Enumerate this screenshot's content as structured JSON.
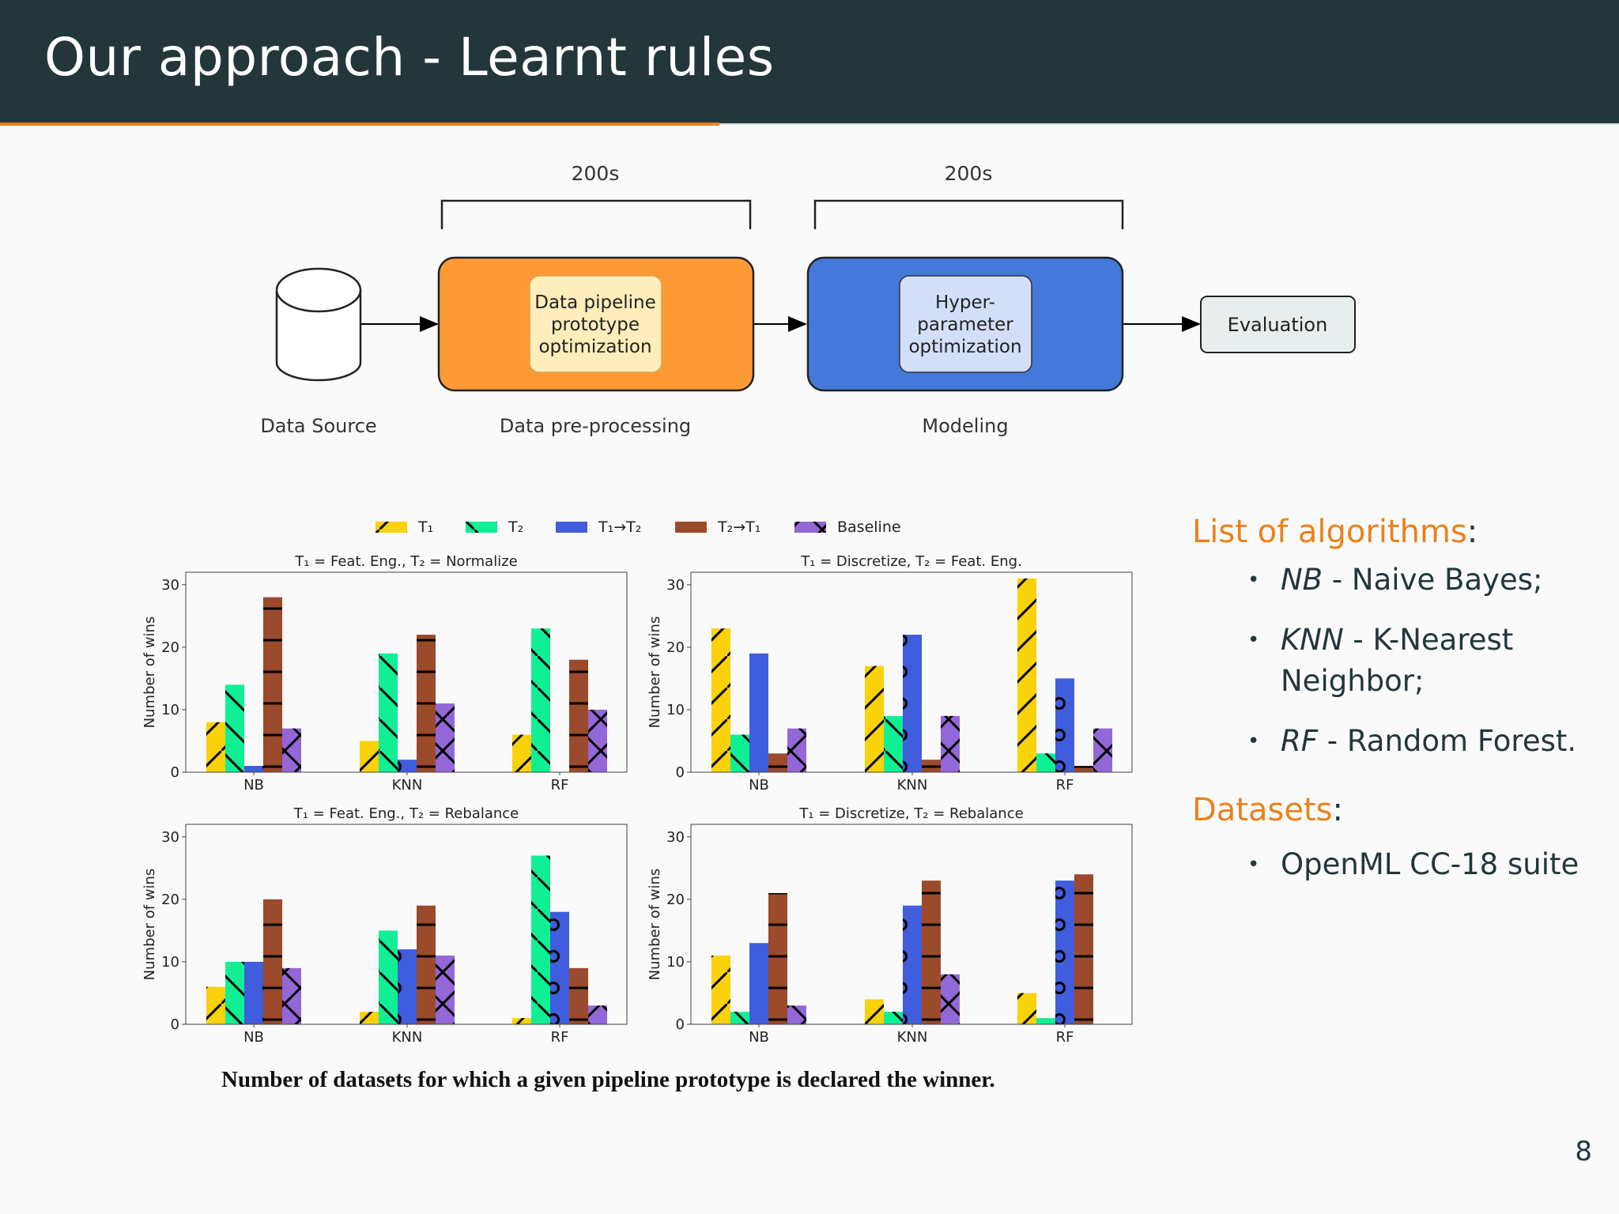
{
  "slide": {
    "title": "Our approach - Learnt rules",
    "page_number": "8",
    "colors": {
      "header_bg": "#23373b",
      "accent": "#eb811b",
      "text": "#23373b"
    }
  },
  "diagram": {
    "bracket_labels": [
      "200s",
      "200s"
    ],
    "data_source_label": "Data Source",
    "preprocessing_inner": [
      "Data pipeline",
      "prototype",
      "optimization"
    ],
    "preprocessing_label": "Data pre-processing",
    "modeling_inner": [
      "Hyper-",
      "parameter",
      "optimization"
    ],
    "modeling_label": "Modeling",
    "evaluation_label": "Evaluation",
    "colors": {
      "preprocessing": "#fe9a36",
      "modeling": "#4479d9",
      "inner_pre": "#ffeebb",
      "inner_model": "#d3dff8",
      "evaluation": "#e8eeee"
    }
  },
  "chart_legend": [
    {
      "label": "T₁",
      "color": "#fad20a",
      "hatch": "/"
    },
    {
      "label": "T₂",
      "color": "#10ef94",
      "hatch": "\\"
    },
    {
      "label": "T₁→T₂",
      "color": "#3f5ddc",
      "hatch": "o"
    },
    {
      "label": "T₂→T₁",
      "color": "#9b4a2c",
      "hatch": "-"
    },
    {
      "label": "Baseline",
      "color": "#9467d8",
      "hatch": "x"
    }
  ],
  "chart_data": [
    {
      "type": "bar",
      "title": "T₁ = Feat. Eng., T₂ = Normalize",
      "categories": [
        "NB",
        "KNN",
        "RF"
      ],
      "ylabel": "Number of wins",
      "ylim": [
        0,
        32
      ],
      "yticks": [
        0,
        10,
        20,
        30
      ],
      "series": [
        {
          "name": "T₁",
          "values": [
            8,
            5,
            6
          ]
        },
        {
          "name": "T₂",
          "values": [
            14,
            19,
            23
          ]
        },
        {
          "name": "T₁→T₂",
          "values": [
            1,
            2,
            0
          ]
        },
        {
          "name": "T₂→T₁",
          "values": [
            28,
            22,
            18
          ]
        },
        {
          "name": "Baseline",
          "values": [
            7,
            11,
            10
          ]
        }
      ]
    },
    {
      "type": "bar",
      "title": "T₁ = Discretize, T₂ = Feat. Eng.",
      "categories": [
        "NB",
        "KNN",
        "RF"
      ],
      "ylabel": "Number of wins",
      "ylim": [
        0,
        32
      ],
      "yticks": [
        0,
        10,
        20,
        30
      ],
      "series": [
        {
          "name": "T₁",
          "values": [
            23,
            17,
            31
          ]
        },
        {
          "name": "T₂",
          "values": [
            6,
            9,
            3
          ]
        },
        {
          "name": "T₁→T₂",
          "values": [
            19,
            22,
            15
          ]
        },
        {
          "name": "T₂→T₁",
          "values": [
            3,
            2,
            1
          ]
        },
        {
          "name": "Baseline",
          "values": [
            7,
            9,
            7
          ]
        }
      ]
    },
    {
      "type": "bar",
      "title": "T₁ = Feat. Eng., T₂ = Rebalance",
      "categories": [
        "NB",
        "KNN",
        "RF"
      ],
      "ylabel": "Number of wins",
      "ylim": [
        0,
        32
      ],
      "yticks": [
        0,
        10,
        20,
        30
      ],
      "series": [
        {
          "name": "T₁",
          "values": [
            6,
            2,
            1
          ]
        },
        {
          "name": "T₂",
          "values": [
            10,
            15,
            27
          ]
        },
        {
          "name": "T₁→T₂",
          "values": [
            10,
            12,
            18
          ]
        },
        {
          "name": "T₂→T₁",
          "values": [
            20,
            19,
            9
          ]
        },
        {
          "name": "Baseline",
          "values": [
            9,
            11,
            3
          ]
        }
      ]
    },
    {
      "type": "bar",
      "title": "T₁ = Discretize, T₂ = Rebalance",
      "categories": [
        "NB",
        "KNN",
        "RF"
      ],
      "ylabel": "Number of wins",
      "ylim": [
        0,
        32
      ],
      "yticks": [
        0,
        10,
        20,
        30
      ],
      "series": [
        {
          "name": "T₁",
          "values": [
            11,
            4,
            5
          ]
        },
        {
          "name": "T₂",
          "values": [
            2,
            2,
            1
          ]
        },
        {
          "name": "T₁→T₂",
          "values": [
            13,
            19,
            23
          ]
        },
        {
          "name": "T₂→T₁",
          "values": [
            21,
            23,
            24
          ]
        },
        {
          "name": "Baseline",
          "values": [
            3,
            8,
            0
          ]
        }
      ]
    }
  ],
  "caption": "Number of datasets for which a given pipeline prototype is declared the winner.",
  "sidebar": {
    "algorithms_heading": "List of algorithms",
    "algorithms": [
      {
        "abbr": "NB",
        "text": " - Naive Bayes;"
      },
      {
        "abbr": "KNN",
        "text": " - K-Nearest Neighbor;"
      },
      {
        "abbr": "RF",
        "text": " - Random Forest."
      }
    ],
    "datasets_heading": "Datasets",
    "datasets": [
      {
        "text": "OpenML CC-18 suite"
      }
    ]
  }
}
